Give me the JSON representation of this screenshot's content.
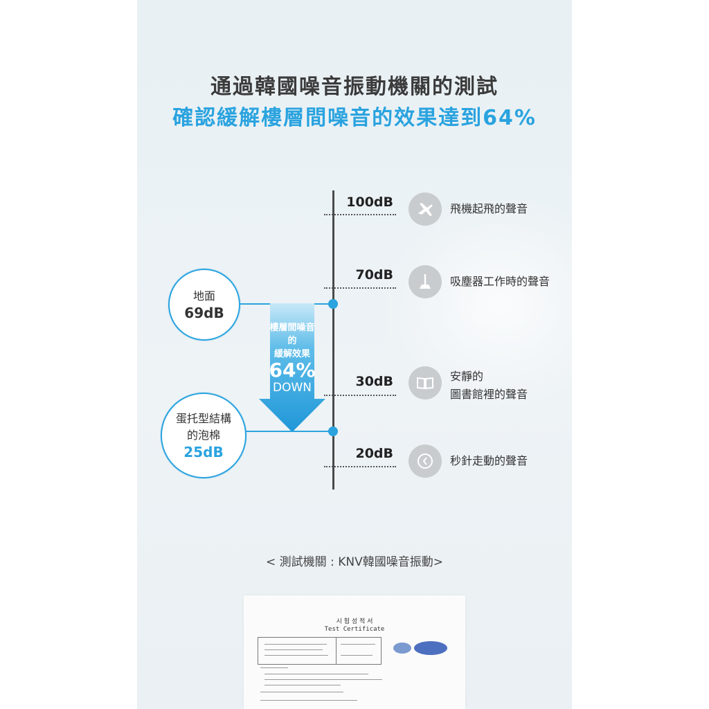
{
  "header": {
    "title_line1": "通過韓國噪音振動機關的測試",
    "title_line2": "確認緩解樓層間噪音的效果達到64%"
  },
  "scale": [
    {
      "level": "100dB",
      "icon": "airplane-icon",
      "label": "飛機起飛的聲音"
    },
    {
      "level": "70dB",
      "icon": "vacuum-cleaner-icon",
      "label": "吸塵器工作時的聲音"
    },
    {
      "level": "30dB",
      "icon": "book-icon",
      "label_line1": "安靜的",
      "label_line2": "圖書館裡的聲音"
    },
    {
      "level": "20dB",
      "icon": "clock-icon",
      "label": "秒針走動的聲音"
    }
  ],
  "floor": {
    "label": "地面",
    "value": "69dB"
  },
  "foam": {
    "label_line1": "蛋托型結構",
    "label_line2": "的泡棉",
    "value": "25dB"
  },
  "reduction": {
    "line1": "樓層間噪音",
    "line2": "的",
    "line3": "緩解效果",
    "percent": "64%",
    "direction": "DOWN"
  },
  "caption": "< 測試機關 : KNV韓國噪音振動>",
  "certificate": {
    "title_ko": "시 험 성 적 서",
    "title_en": "Test Certificate"
  },
  "colors": {
    "accent": "#2aa3df",
    "text": "#3b3b3b",
    "icon_bg": "#c9ccce",
    "panel_bg": "#e8f0f4"
  }
}
